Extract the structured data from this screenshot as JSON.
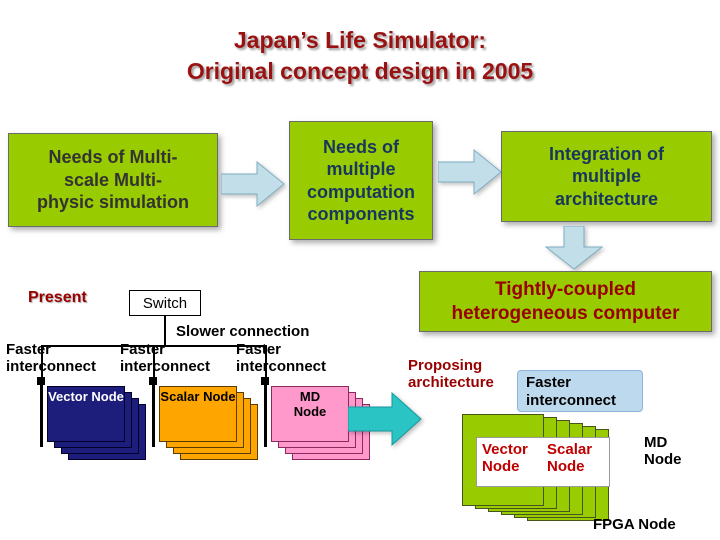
{
  "title": {
    "line1": "Japan’s Life Simulator:",
    "line2": "Original concept design in 2005"
  },
  "flow": {
    "box1": "Needs of Multi-\nscale Multi-\nphysic simulation",
    "box2": "Needs of\nmultiple\ncomputation\ncomponents",
    "box3": "Integration of\nmultiple\narchitecture",
    "result": "Tightly-coupled\nheterogeneous computer"
  },
  "present": {
    "label": "Present",
    "switch_label": "Switch",
    "slower_connection": "Slower connection",
    "faster_interconnect": "Faster interconnect",
    "nodes": [
      {
        "label": "Vector Node"
      },
      {
        "label": "Scalar Node"
      },
      {
        "label": "MD Node"
      }
    ]
  },
  "proposed": {
    "label": "Proposing architecture",
    "faster_interconnect": "Faster interconnect",
    "vector": "Vector Node",
    "scalar": "Scalar Node",
    "md": "MD Node",
    "fpga": "FPGA Node"
  },
  "colors": {
    "title_red": "#991111",
    "box_green": "#99CC00",
    "box_text_blue": "#17375E",
    "result_text_red": "#990000",
    "flow_arrow_fill": "#C2DEE8",
    "proposal_arrow_fill": "#2BC4C4",
    "vector_node_fill": "#1D1D7C",
    "scalar_node_fill": "#FFA500",
    "md_node_fill": "#FF99CC",
    "interconnect_box_fill": "#BCD9EE"
  }
}
